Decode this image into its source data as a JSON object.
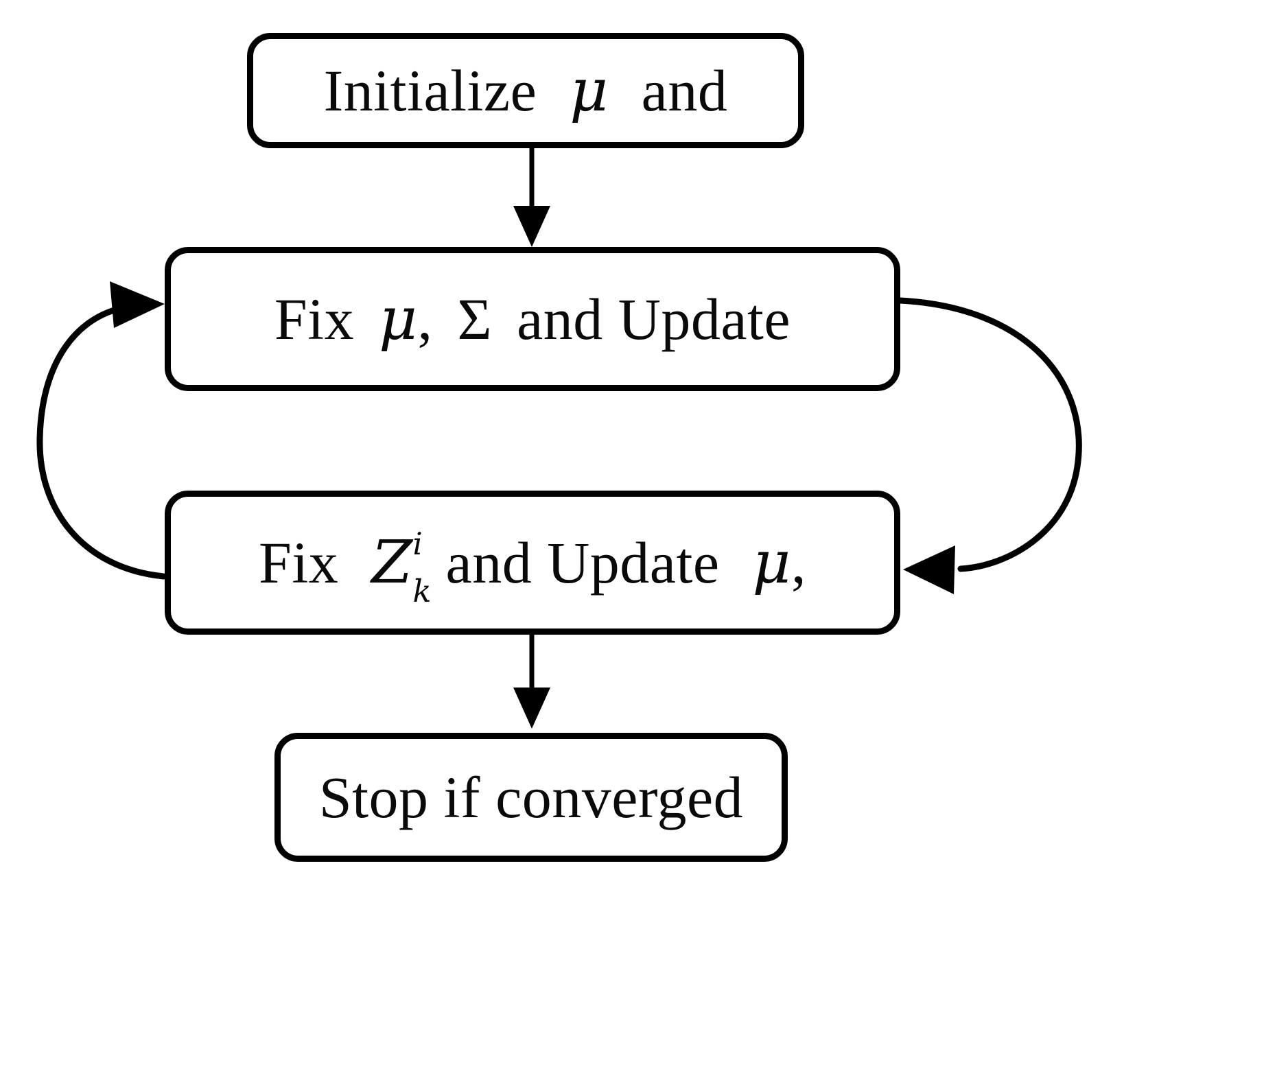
{
  "diagram": {
    "title": "EM-style iterative optimization flowchart",
    "background_color": "#ffffff",
    "stroke_color": "#000000",
    "text_color": "#0a0a0a",
    "nodes": [
      {
        "id": "initialize",
        "shape": "rounded-rectangle",
        "text": "Initialize  μ  and",
        "words": {
          "verb": "Initialize",
          "symbol_1": "μ",
          "conjunction": "and"
        }
      },
      {
        "id": "fix-mu-sigma",
        "shape": "rounded-rectangle",
        "text": "Fix  μ ,  Σ  and Update",
        "words": {
          "verb": "Fix",
          "symbol_1": "μ",
          "comma": ",",
          "symbol_2": "Σ",
          "conjunction": "and Update"
        }
      },
      {
        "id": "fix-z",
        "shape": "rounded-rectangle",
        "text": "Fix  Zₖⁱ  and Update  μ ,",
        "words": {
          "verb": "Fix",
          "symbol_base": "Z",
          "symbol_superscript": "i",
          "symbol_subscript": "k",
          "conjunction": "and Update",
          "symbol_2": "μ",
          "comma": ","
        }
      },
      {
        "id": "stop",
        "shape": "rounded-rectangle",
        "text": "Stop if converged",
        "words": {
          "phrase": "Stop if converged"
        }
      }
    ],
    "edges": [
      {
        "id": "init-to-fix-mu",
        "from": "initialize",
        "to": "fix-mu-sigma",
        "style": "straight-down",
        "arrowhead": "down"
      },
      {
        "id": "fix-mu-to-fix-z",
        "from": "fix-mu-sigma",
        "to": "fix-z",
        "style": "curve-right",
        "arrowhead": "left"
      },
      {
        "id": "fix-z-to-fix-mu",
        "from": "fix-z",
        "to": "fix-mu-sigma",
        "style": "curve-left",
        "arrowhead": "right"
      },
      {
        "id": "fix-z-to-stop",
        "from": "fix-z",
        "to": "stop",
        "style": "straight-down",
        "arrowhead": "down"
      }
    ]
  }
}
